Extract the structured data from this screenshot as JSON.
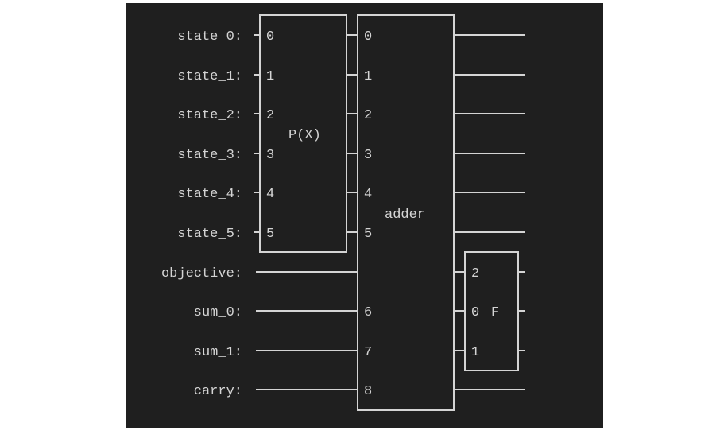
{
  "qubits": [
    {
      "label": "state_0:",
      "px_pin": "0",
      "adder_pin": "0"
    },
    {
      "label": "state_1:",
      "px_pin": "1",
      "adder_pin": "1"
    },
    {
      "label": "state_2:",
      "px_pin": "2",
      "adder_pin": "2"
    },
    {
      "label": "state_3:",
      "px_pin": "3",
      "adder_pin": "3"
    },
    {
      "label": "state_4:",
      "px_pin": "4",
      "adder_pin": "4"
    },
    {
      "label": "state_5:",
      "px_pin": "5",
      "adder_pin": "5"
    },
    {
      "label": "objective:",
      "f_pin": "2"
    },
    {
      "label": "sum_0:",
      "adder_pin": "6",
      "f_pin": "0"
    },
    {
      "label": "sum_1:",
      "adder_pin": "7",
      "f_pin": "1"
    },
    {
      "label": "carry:",
      "adder_pin": "8"
    }
  ],
  "gates": {
    "px": "P(X)",
    "adder": "adder",
    "f": "F"
  }
}
